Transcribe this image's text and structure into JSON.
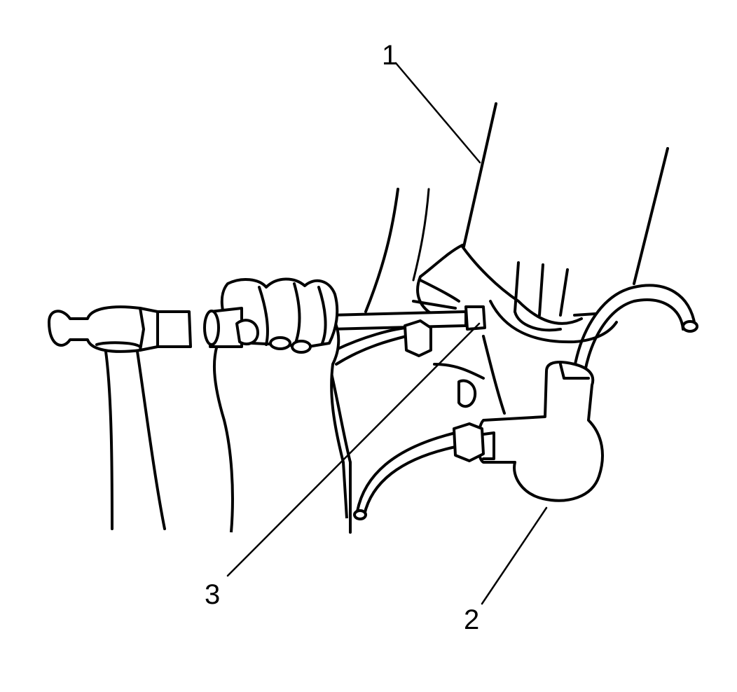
{
  "callouts": {
    "c1": "1",
    "c2": "2",
    "c3": "3"
  },
  "colors": {
    "ink": "#000000",
    "paper": "#ffffff"
  },
  "icons": [
    "hammer-icon",
    "hand-icon",
    "punch-tool-icon",
    "bleeder-bottle-icon"
  ]
}
